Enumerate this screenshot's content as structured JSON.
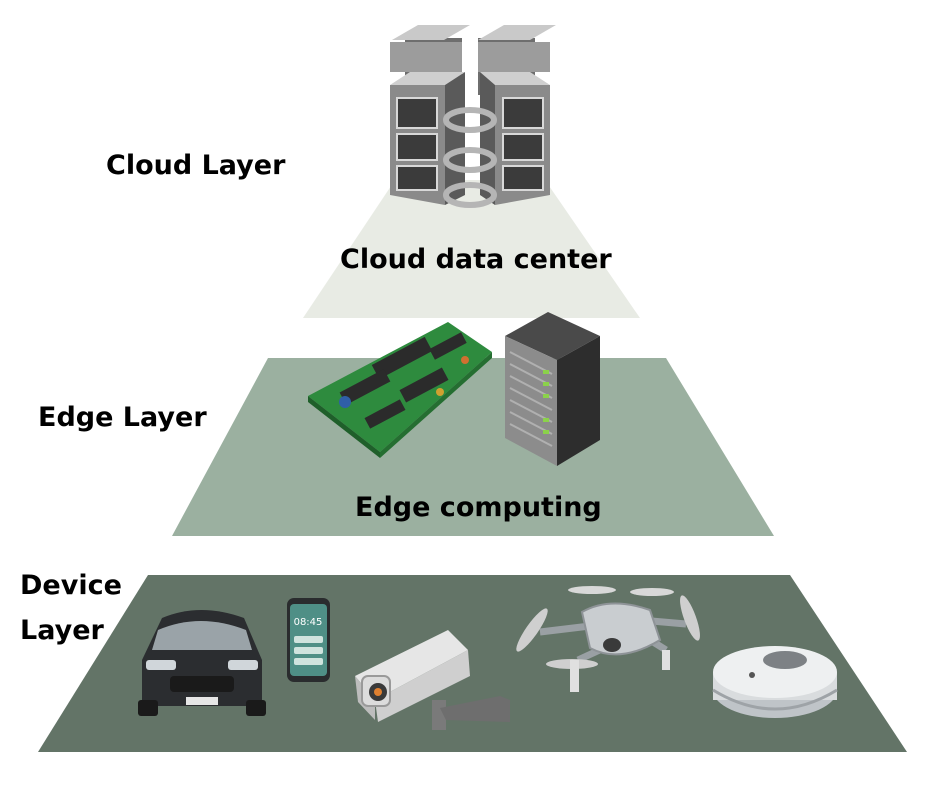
{
  "layers": {
    "cloud": {
      "label": "Cloud Layer",
      "caption": "Cloud data center",
      "color": "#e8ebe4"
    },
    "edge": {
      "label": "Edge Layer",
      "caption": "Edge computing",
      "color": "#9bb0a0"
    },
    "device": {
      "label_line1": "Device",
      "label_line2": "Layer",
      "color": "#637467"
    }
  },
  "devices": {
    "phone_time": "08:45"
  },
  "icons": [
    "server-tower-icon",
    "circuit-board-icon",
    "rack-server-icon",
    "car-icon",
    "smartphone-icon",
    "security-camera-icon",
    "drone-icon",
    "robot-vacuum-icon"
  ]
}
